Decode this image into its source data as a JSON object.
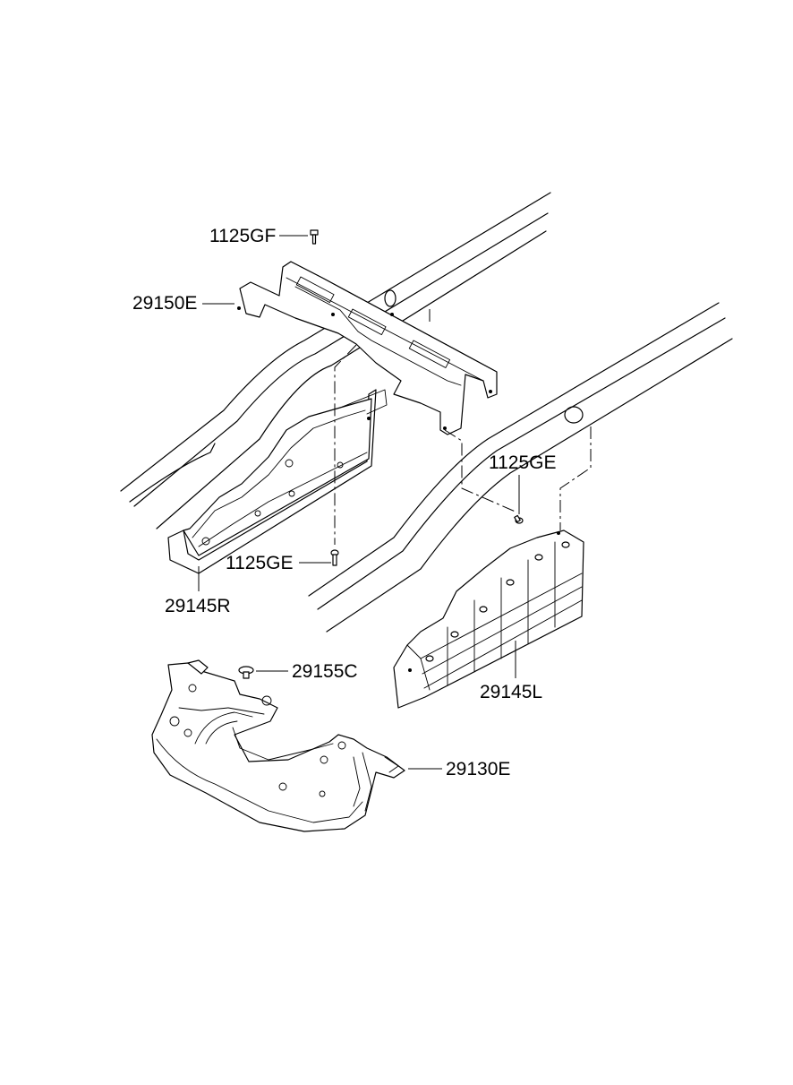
{
  "labels": {
    "bolt_1125gf": "1125GF",
    "crossmember_29150e": "29150E",
    "bolt_1125ge_right": "1125GE",
    "bolt_1125ge_left": "1125GE",
    "cover_29145r": "29145R",
    "clip_29155c": "29155C",
    "cover_29145l": "29145L",
    "skid_plate_29130e": "29130E"
  }
}
